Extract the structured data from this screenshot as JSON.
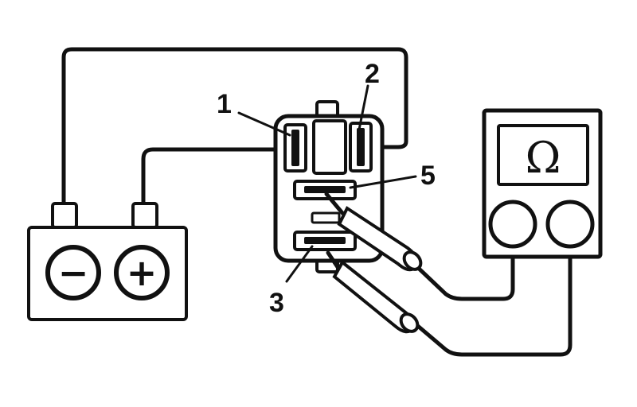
{
  "labels": {
    "terminal_1": "1",
    "terminal_2": "2",
    "terminal_3": "3",
    "terminal_5": "5"
  },
  "battery": {
    "negative_symbol": "−",
    "positive_symbol": "+"
  },
  "ohmmeter": {
    "unit_symbol": "Ω"
  },
  "colors": {
    "ink": "#111111",
    "paper": "#ffffff"
  }
}
